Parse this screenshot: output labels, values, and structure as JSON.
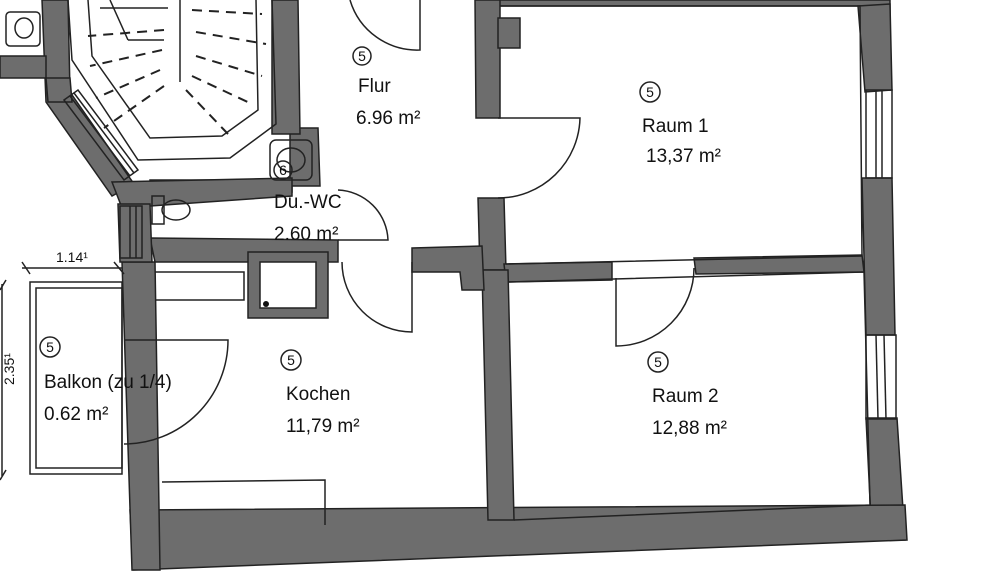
{
  "rooms": [
    {
      "id": "flur",
      "marker": "5",
      "name": "Flur",
      "area": "6.96 m²"
    },
    {
      "id": "raum1",
      "marker": "5",
      "name": "Raum 1",
      "area": "13,37 m²"
    },
    {
      "id": "duwc",
      "marker": "6",
      "name": "Du.-WC",
      "area": "2.60 m²"
    },
    {
      "id": "balkon",
      "marker": "5",
      "name": "Balkon (zu 1/4)",
      "area": "0.62 m²"
    },
    {
      "id": "kochen",
      "marker": "5",
      "name": "Kochen",
      "area": "11,79 m²"
    },
    {
      "id": "raum2",
      "marker": "5",
      "name": "Raum 2",
      "area": "12,88 m²"
    }
  ],
  "dimensions": {
    "balcony_width": "1.14¹",
    "balcony_depth": "2.35¹"
  },
  "colors": {
    "wall": "#6d6d6d",
    "line": "#222222",
    "background": "#ffffff"
  }
}
